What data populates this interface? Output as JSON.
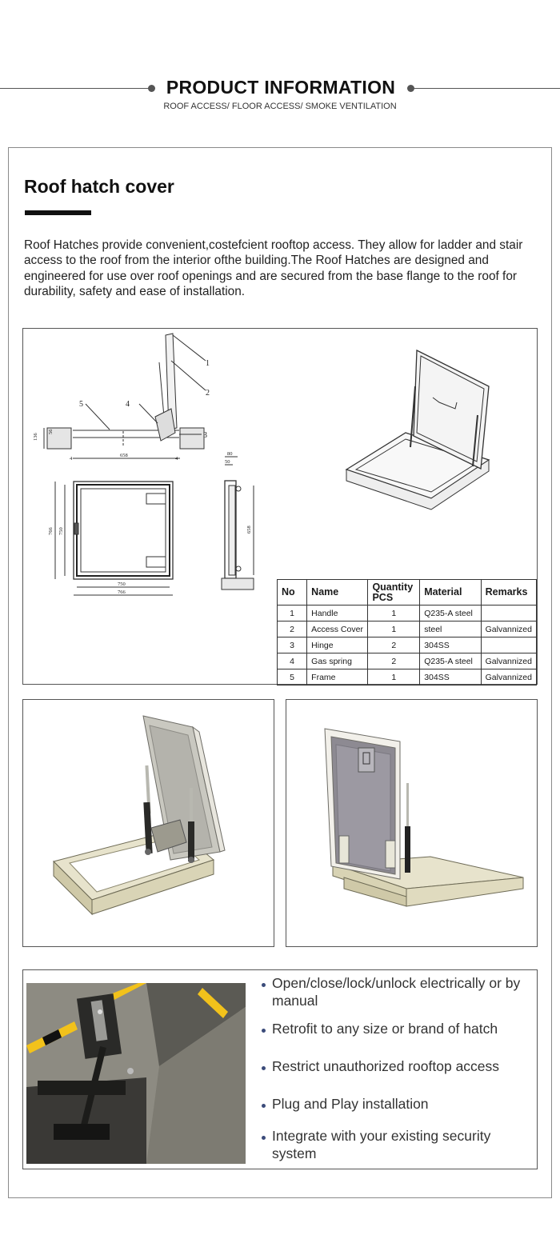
{
  "header": {
    "title": "PRODUCT INFORMATION",
    "subtitle": "ROOF ACCESS/ FLOOR ACCESS/ SMOKE VENTILATION"
  },
  "section": {
    "title": "Roof hatch cover",
    "intro": "Roof Hatches provide convenient,costefcient rooftop access. They allow for ladder and stair access to the roof from the interior ofthe building.The Roof Hatches are designed and engineered for use over roof openings and are secured from the base flange to the roof for durability, safety and ease of installation."
  },
  "drawing": {
    "callouts": [
      "1",
      "2",
      "3",
      "4",
      "5"
    ],
    "dims": {
      "d136": "136",
      "d56": "56",
      "d658": "658",
      "d4a": "4",
      "d4b": "4",
      "d766a": "766",
      "d750a": "750",
      "d750b": "750",
      "d766b": "766",
      "d80": "80",
      "d50": "50",
      "d658b": "658"
    }
  },
  "table": {
    "headers": [
      "No",
      "Name",
      "Quantity\nPCS",
      "Material",
      "Remarks"
    ],
    "header_qty_line1": "Quantity",
    "header_qty_line2": "PCS",
    "rows": [
      {
        "no": "1",
        "name": "Handle",
        "qty": "1",
        "material": "Q235-A steel",
        "remarks": ""
      },
      {
        "no": "2",
        "name": "Access Cover",
        "qty": "1",
        "material": "steel",
        "remarks": "Galvannized"
      },
      {
        "no": "3",
        "name": "Hinge",
        "qty": "2",
        "material": "304SS",
        "remarks": ""
      },
      {
        "no": "4",
        "name": "Gas spring",
        "qty": "2",
        "material": "Q235-A steel",
        "remarks": "Galvannized"
      },
      {
        "no": "5",
        "name": "Frame",
        "qty": "1",
        "material": "304SS",
        "remarks": "Galvannized"
      }
    ]
  },
  "features": [
    "Open/close/lock/unlock electrically or by manual",
    "Retrofit to any size or brand of hatch",
    "Restrict unauthorized rooftop access",
    "Plug and Play installation",
    "Integrate with your existing security system"
  ],
  "colors": {
    "frame_fill": "#d8d3b8",
    "panel_fill": "#bcbcb8",
    "accent_yellow": "#f2c21b",
    "dark_metal": "#4a4a48",
    "bullet": "#3b4b7a"
  }
}
